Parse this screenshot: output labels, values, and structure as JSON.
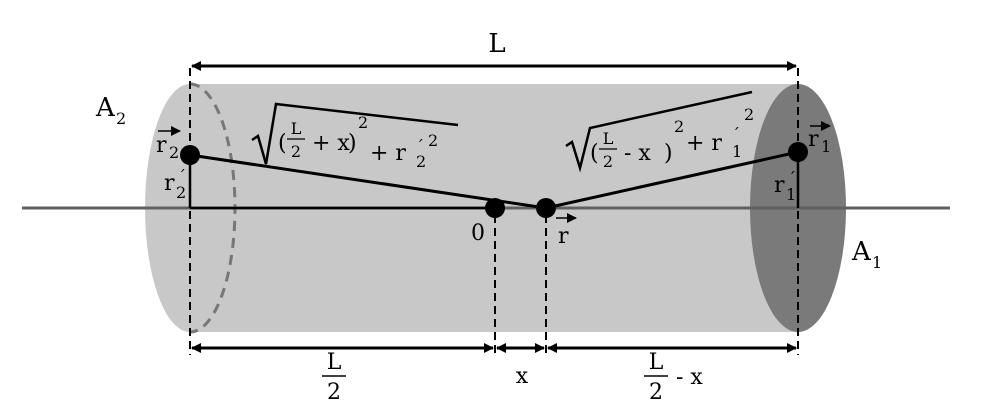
{
  "labels": {
    "length": "L",
    "end_left": "A",
    "end_left_sub": "2",
    "end_right": "A",
    "end_right_sub": "1",
    "origin": "0",
    "r_vec": "r",
    "r1_vec": "r",
    "r1_vec_sub": "1",
    "r1_vec_prime": "´",
    "r2_vec": "r",
    "r2_vec_sub": "2",
    "r2_vec_prime": "´",
    "r1_scalar": "r",
    "r1_scalar_sub": "1",
    "r1_scalar_prime": "´",
    "r2_scalar": "r",
    "r2_scalar_sub": "2",
    "r2_scalar_prime": "´",
    "half_L_num": "L",
    "half_L_den": "2",
    "x": "x",
    "half_L_minus_x_num": "L",
    "half_L_minus_x_den": "2",
    "half_L_minus_x_rest": "- x"
  },
  "formulas": {
    "left_frac_num": "L",
    "left_frac_den": "2",
    "left_plus_x": "+ x",
    "left_sq": "2",
    "left_plus": "+ r",
    "left_r_sub": "2",
    "left_r_prime": "´",
    "left_r_sq": "2",
    "right_frac_num": "L",
    "right_frac_den": "2",
    "right_minus_x": "- x",
    "right_sq": "2",
    "right_plus": "+ r",
    "right_r_sub": "1",
    "right_r_prime": "´",
    "right_r_sq": "2"
  },
  "colors": {
    "cylinder_body": "#c8c8c8",
    "right_cap": "#7a7a7a",
    "axis": "#606060",
    "dashed_ellipse": "#777777"
  }
}
